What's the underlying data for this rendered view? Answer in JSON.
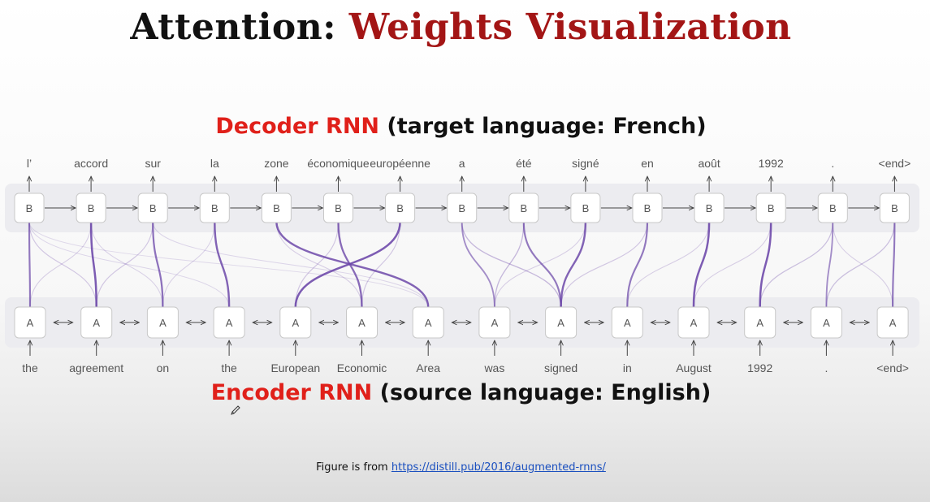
{
  "title": {
    "part1": "Attention:",
    "part2": "Weights Visualization"
  },
  "decoder": {
    "heading_red": "Decoder RNN",
    "heading_black": "(target language: French)",
    "cell_label": "B",
    "words": [
      "l’",
      "accord",
      "sur",
      "la",
      "zone",
      "économique",
      "européenne",
      "a",
      "été",
      "signé",
      "en",
      "août",
      "1992",
      ".",
      "<end>"
    ]
  },
  "encoder": {
    "heading_red": "Encoder RNN",
    "heading_black": "(source language: English)",
    "cell_label": "A",
    "words": [
      "the",
      "agreement",
      "on",
      "the",
      "European",
      "Economic",
      "Area",
      "was",
      "signed",
      "in",
      "August",
      "1992",
      ".",
      "<end>"
    ]
  },
  "attention": [
    {
      "d": 0,
      "e": 0,
      "w": 0.75
    },
    {
      "d": 0,
      "e": 1,
      "w": 0.2
    },
    {
      "d": 0,
      "e": 3,
      "w": 0.1
    },
    {
      "d": 0,
      "e": 6,
      "w": 0.08
    },
    {
      "d": 1,
      "e": 1,
      "w": 0.95
    },
    {
      "d": 1,
      "e": 0,
      "w": 0.15
    },
    {
      "d": 1,
      "e": 2,
      "w": 0.12
    },
    {
      "d": 2,
      "e": 2,
      "w": 0.8
    },
    {
      "d": 2,
      "e": 1,
      "w": 0.2
    },
    {
      "d": 2,
      "e": 6,
      "w": 0.1
    },
    {
      "d": 3,
      "e": 3,
      "w": 0.9
    },
    {
      "d": 3,
      "e": 2,
      "w": 0.12
    },
    {
      "d": 4,
      "e": 6,
      "w": 0.9
    },
    {
      "d": 4,
      "e": 5,
      "w": 0.15
    },
    {
      "d": 5,
      "e": 5,
      "w": 0.85
    },
    {
      "d": 5,
      "e": 4,
      "w": 0.2
    },
    {
      "d": 6,
      "e": 4,
      "w": 0.95
    },
    {
      "d": 6,
      "e": 5,
      "w": 0.2
    },
    {
      "d": 7,
      "e": 7,
      "w": 0.6
    },
    {
      "d": 7,
      "e": 8,
      "w": 0.3
    },
    {
      "d": 8,
      "e": 8,
      "w": 0.75
    },
    {
      "d": 8,
      "e": 7,
      "w": 0.3
    },
    {
      "d": 9,
      "e": 8,
      "w": 0.9
    },
    {
      "d": 9,
      "e": 7,
      "w": 0.15
    },
    {
      "d": 10,
      "e": 9,
      "w": 0.75
    },
    {
      "d": 10,
      "e": 8,
      "w": 0.2
    },
    {
      "d": 11,
      "e": 10,
      "w": 0.95
    },
    {
      "d": 11,
      "e": 9,
      "w": 0.15
    },
    {
      "d": 12,
      "e": 11,
      "w": 0.95
    },
    {
      "d": 12,
      "e": 10,
      "w": 0.15
    },
    {
      "d": 13,
      "e": 12,
      "w": 0.6
    },
    {
      "d": 13,
      "e": 11,
      "w": 0.25
    },
    {
      "d": 13,
      "e": 13,
      "w": 0.15
    },
    {
      "d": 14,
      "e": 13,
      "w": 0.75
    },
    {
      "d": 14,
      "e": 12,
      "w": 0.25
    }
  ],
  "colors": {
    "attention": "#6b46a8",
    "panel": "#ececf0",
    "box_border": "#c8c8c8"
  },
  "credit": {
    "prefix": "Figure is from",
    "link": "https://distill.pub/2016/augmented-rnns/"
  },
  "icons": {
    "cursor": "pen-icon"
  }
}
